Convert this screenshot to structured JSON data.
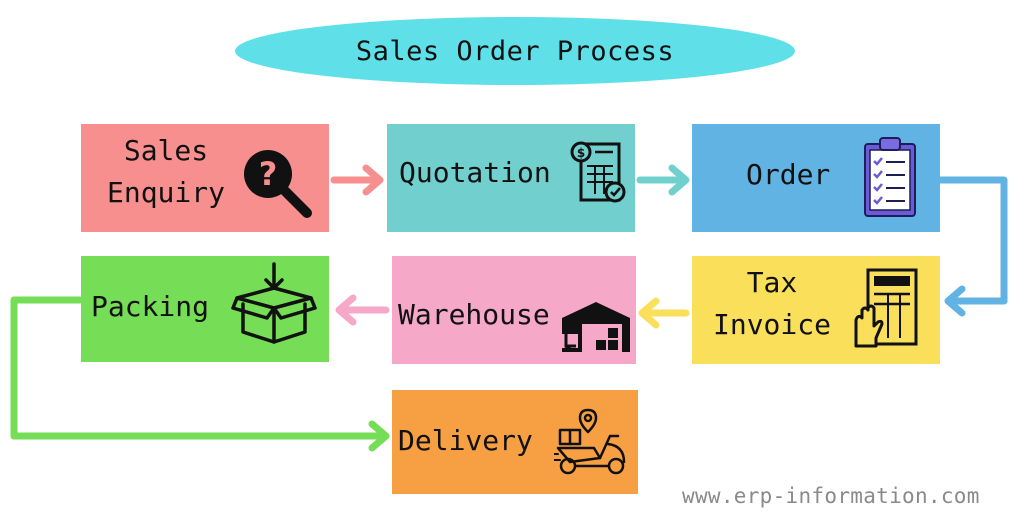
{
  "title": "Sales Order Process",
  "steps": [
    {
      "label_lines": [
        "Sales",
        "Enquiry"
      ],
      "color": "#f78f8f",
      "icon": "question-magnifier-icon"
    },
    {
      "label_lines": [
        "Quotation"
      ],
      "color": "#71cfcd",
      "icon": "quotation-document-icon"
    },
    {
      "label_lines": [
        "Order"
      ],
      "color": "#60b3e3",
      "icon": "clipboard-checklist-icon"
    },
    {
      "label_lines": [
        "Tax",
        "Invoice"
      ],
      "color": "#f9df5a",
      "icon": "invoice-hand-icon"
    },
    {
      "label_lines": [
        "Warehouse"
      ],
      "color": "#f6a8c9",
      "icon": "warehouse-forklift-icon"
    },
    {
      "label_lines": [
        "Packing"
      ],
      "color": "#75dd56",
      "icon": "box-arrow-icon"
    },
    {
      "label_lines": [
        "Delivery"
      ],
      "color": "#f6a043",
      "icon": "delivery-scooter-icon"
    }
  ],
  "arrow_colors": {
    "enquiry_to_quotation": "#f78f8f",
    "quotation_to_order": "#71cfcd",
    "order_to_invoice": "#60b3e3",
    "invoice_to_warehouse": "#f9df5a",
    "warehouse_to_packing": "#f6a8c9",
    "packing_to_delivery": "#75dd56"
  },
  "watermark": "www.erp-information.com"
}
